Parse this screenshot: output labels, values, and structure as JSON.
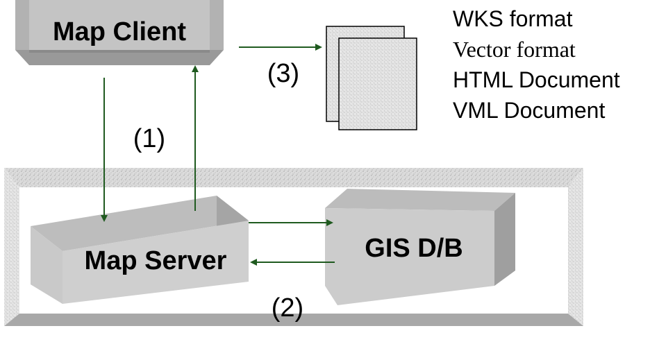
{
  "nodes": {
    "map_client": "Map Client",
    "map_server": "Map Server",
    "gis_db": "GIS D/B"
  },
  "step_labels": {
    "step1": "(1)",
    "step2": "(2)",
    "step3": "(3)"
  },
  "output_formats": [
    "WKS format",
    "Vector format",
    "HTML Document",
    "VML Document"
  ],
  "colors": {
    "arrow": "#1f5a1f",
    "box_face": "#c8c8c8",
    "box_dark": "#9a9a9a",
    "box_light": "#b4b4b4",
    "container_border": "#b8b8b8",
    "page_fill": "#d8d8d8"
  }
}
